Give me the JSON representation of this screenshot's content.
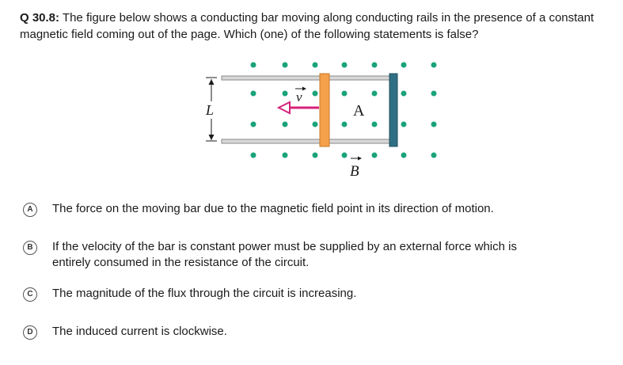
{
  "question": {
    "number": "Q 30.8:",
    "text": " The figure below shows a conducting bar moving along conducting rails in the presence of a constant magnetic field coming out of the page. Which (one) of the following statements is false?"
  },
  "figure": {
    "length_label": "L",
    "velocity_label": "v",
    "area_label": "A",
    "field_label": "B",
    "colors": {
      "dots": "#1aa37a",
      "rail": "#8a8a8a",
      "bar": "#f5a04a",
      "end_bar": "#2f6f83",
      "arrow": "#d6227a"
    }
  },
  "options": [
    {
      "letter": "A",
      "text": "The force on the moving bar due to the magnetic field point in its direction of motion."
    },
    {
      "letter": "B",
      "text": "If the velocity of the bar is constant power must be supplied by an external force which is entirely consumed in the resistance of the circuit."
    },
    {
      "letter": "C",
      "text": "The magnitude of the flux through the circuit is increasing."
    },
    {
      "letter": "D",
      "text": "The induced current is clockwise."
    }
  ]
}
